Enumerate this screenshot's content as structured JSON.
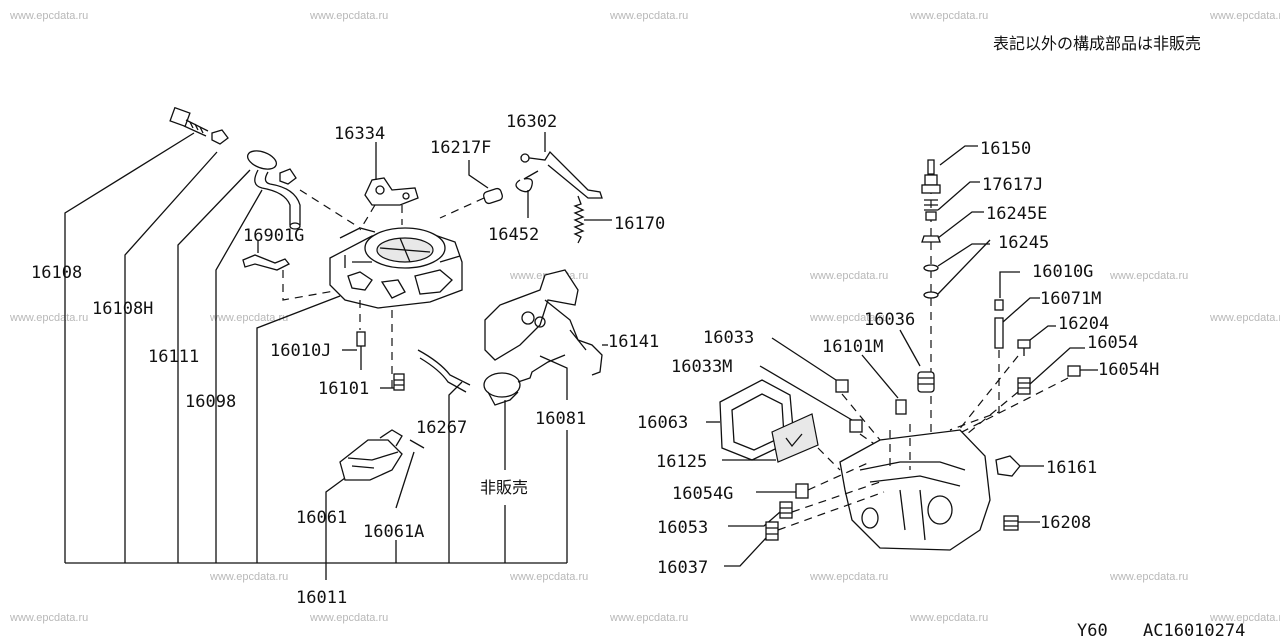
{
  "watermark": "www.epcdata.ru",
  "note_header": "表記以外の構成部品は非販売",
  "not_sold_label": "非販売",
  "footer": {
    "model": "Y60",
    "code": "AC16010274"
  },
  "parts": {
    "p16334": "16334",
    "p16302": "16302",
    "p16217F": "16217F",
    "p16452": "16452",
    "p16170": "16170",
    "p16901G": "16901G",
    "p16108": "16108",
    "p16108H": "16108H",
    "p16111": "16111",
    "p16098": "16098",
    "p16010J": "16010J",
    "p16101": "16101",
    "p16141": "16141",
    "p16267": "16267",
    "p16081": "16081",
    "p16061": "16061",
    "p16061A": "16061A",
    "p16011": "16011",
    "p16150": "16150",
    "p17617J": "17617J",
    "p16245E": "16245E",
    "p16245": "16245",
    "p16010G": "16010G",
    "p16071M": "16071M",
    "p16204": "16204",
    "p16054": "16054",
    "p16054H": "16054H",
    "p16036": "16036",
    "p16101M": "16101M",
    "p16033": "16033",
    "p16033M": "16033M",
    "p16063": "16063",
    "p16125": "16125",
    "p16161": "16161",
    "p16054G": "16054G",
    "p16053": "16053",
    "p16208": "16208",
    "p16037": "16037"
  }
}
